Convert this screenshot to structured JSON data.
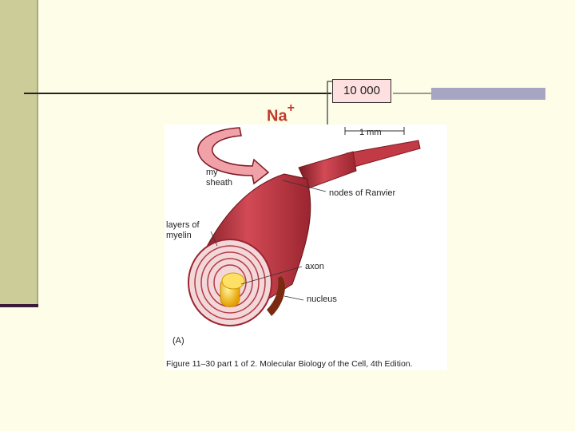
{
  "slide": {
    "value_box": "10 000",
    "ion_label": "Na",
    "ion_charge": "+"
  },
  "figure": {
    "scale_label": "1 mm",
    "sheath_label_part1": "my",
    "sheath_label_part2": "sheath",
    "nodes_label": "nodes of Ranvier",
    "layers_label_1": "layers of",
    "layers_label_2": "myelin",
    "axon_label": "axon",
    "nucleus_label": "nucleus",
    "panel_label": "(A)",
    "caption": "Figure 11–30 part 1 of 2.  Molecular Biology of the Cell, 4th Edition."
  },
  "colors": {
    "background": "#fdfde8",
    "left_bar": "#cccc99",
    "accent_bar": "#a7a6c2",
    "ion_text": "#c0392b",
    "value_box_fill": "#ffe0e0"
  }
}
